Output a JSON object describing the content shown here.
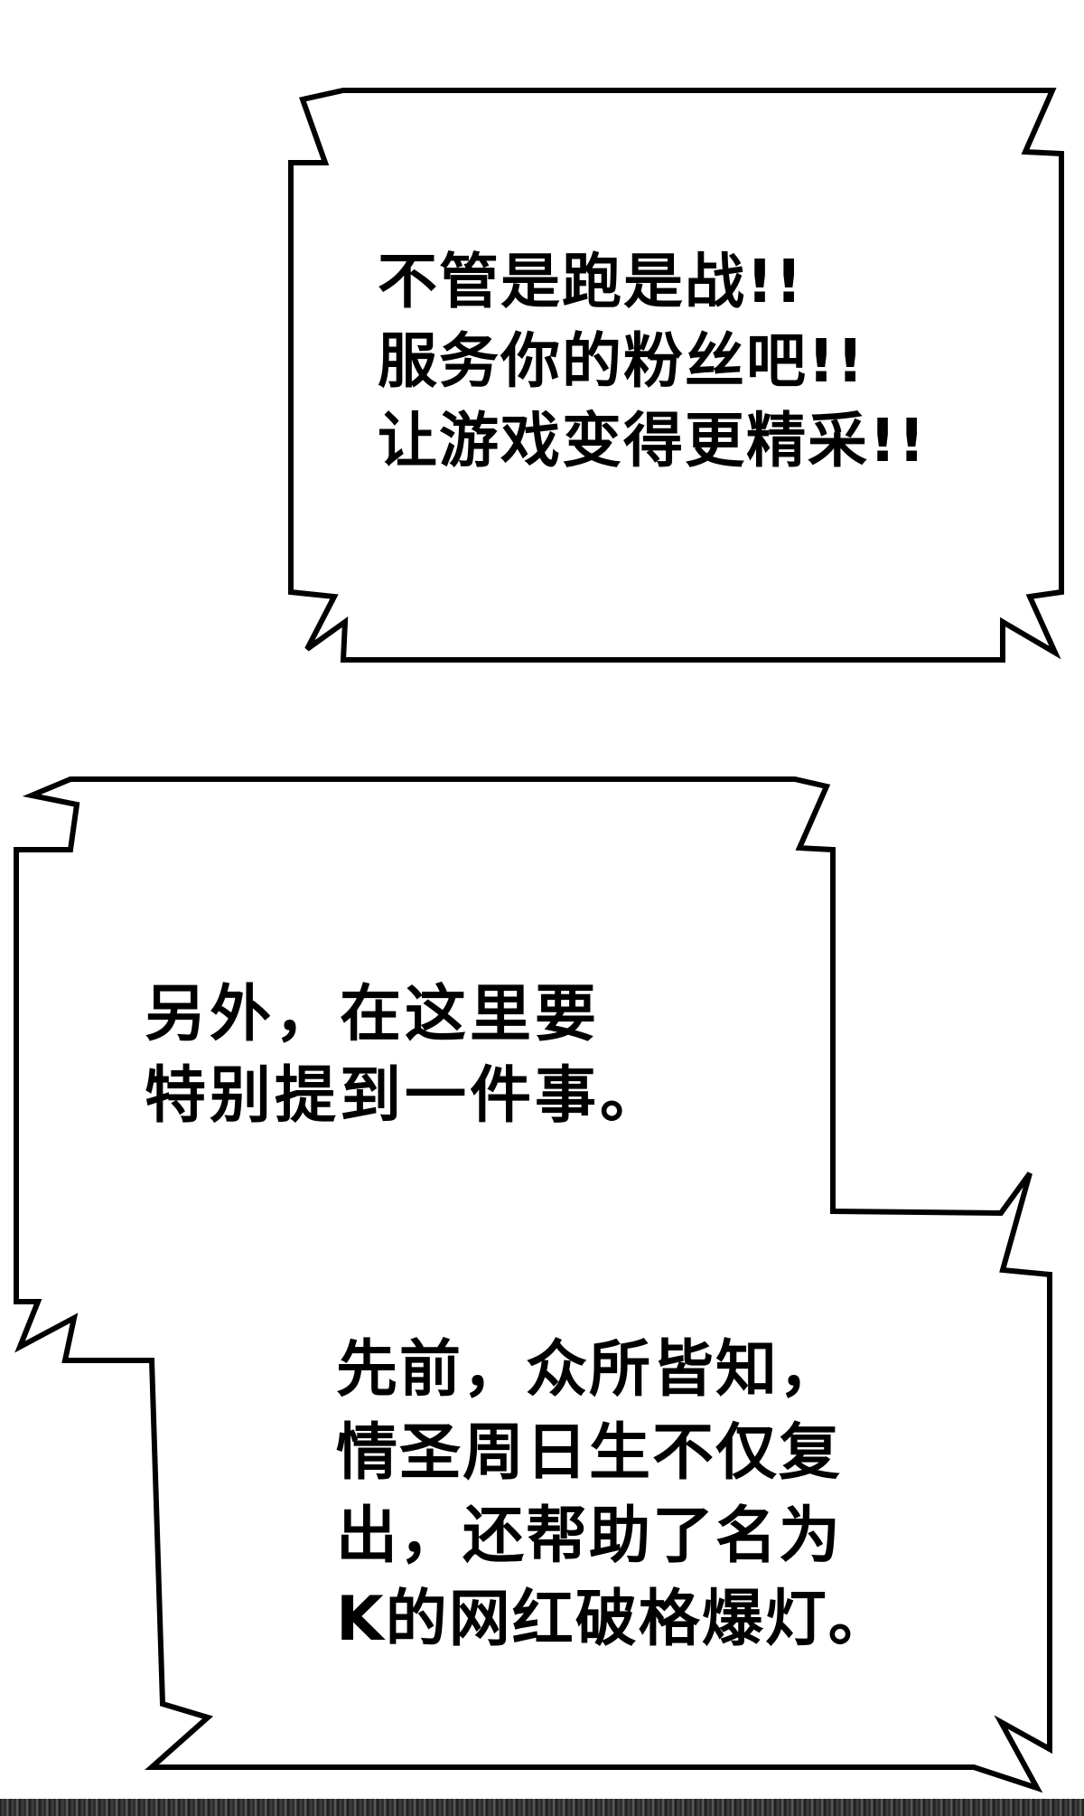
{
  "captions": [
    {
      "id": "caption-1",
      "lines": [
        "不管是跑是战!!",
        "服务你的粉丝吧!!",
        "让游戏变得更精采!!"
      ]
    },
    {
      "id": "caption-2",
      "lines": [
        "另外，在这里要",
        "特别提到一件事。"
      ]
    },
    {
      "id": "caption-3",
      "lines": [
        "先前，众所皆知，",
        "情圣周日生不仅复",
        "出，还帮助了名为",
        "K的网红破格爆灯。"
      ]
    }
  ],
  "colors": {
    "background": "#ffffff",
    "ink": "#000000"
  }
}
